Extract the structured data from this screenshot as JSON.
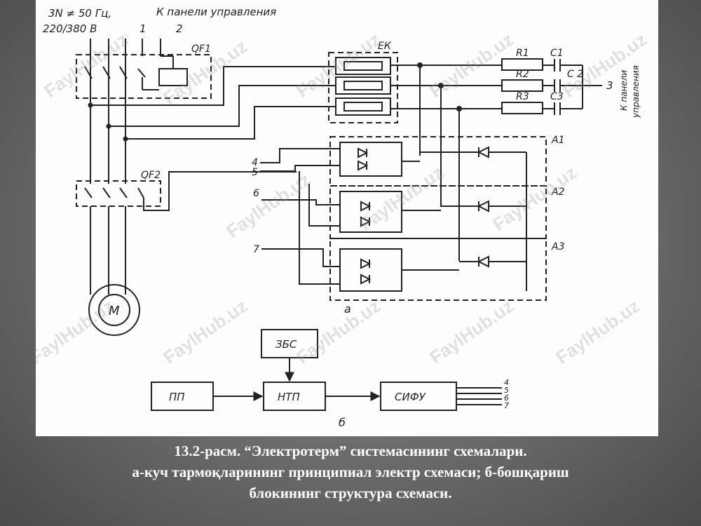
{
  "diagram_a": {
    "supply_line1": "3N ≠ 50 Гц,",
    "supply_line2": "220/380 В",
    "panel_label": "К панели управления",
    "terminal1": "1",
    "terminal2": "2",
    "breaker1": "QF1",
    "breaker2": "QF2",
    "heaters": "ЕК",
    "r1": "R1",
    "r2": "R2",
    "r3": "R3",
    "c1": "C1",
    "c2": "C 2",
    "c3": "C3",
    "terminal3": "3",
    "panel_vertical1": "К панели",
    "panel_vertical2": "управления",
    "block1": "A1",
    "block2": "A2",
    "block3": "A3",
    "in4": "4",
    "in5": "5",
    "in6": "6",
    "in7": "7",
    "motor": "M",
    "label_a": "а"
  },
  "diagram_b": {
    "block_zbs": "ЗБС",
    "block_pp": "ПП",
    "block_ntp": "НТП",
    "block_sifu": "СИФУ",
    "out4": "4",
    "out5": "5",
    "out6": "6",
    "out7": "7",
    "label_b": "б"
  },
  "watermark": "FaylHub.uz",
  "caption": {
    "line1": "13.2-расм. “Электротерм” системасининг схемалари.",
    "line2": "а-куч тармоқларининг принципиал электр схемаси; б-бошқариш",
    "line3": "блокининг структура схемаси."
  }
}
